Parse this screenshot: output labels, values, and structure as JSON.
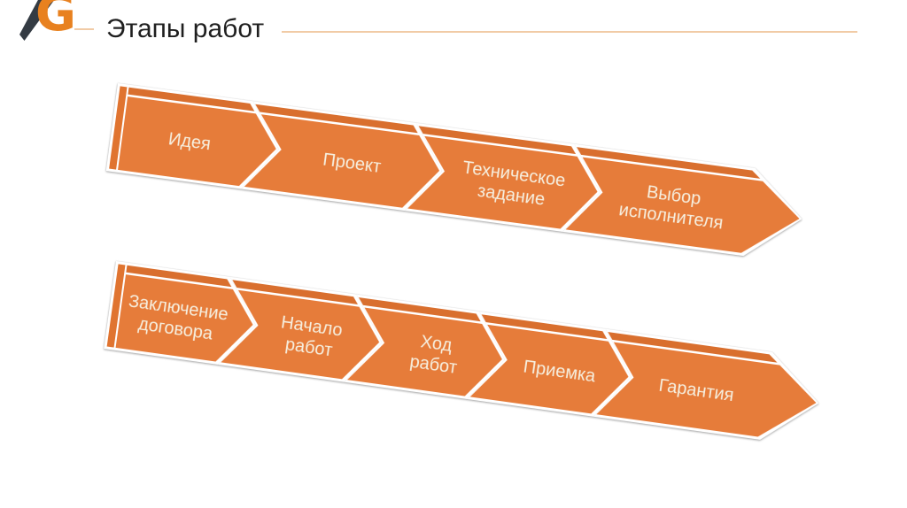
{
  "logo": {
    "g": "G"
  },
  "header": {
    "title": "Этапы работ"
  },
  "colors": {
    "face_orange": "#E67C3A",
    "bevel_orange": "#D96F2E",
    "side_orange": "#E07430",
    "label_text": "#F6EFDF",
    "title_text": "#1F1F1F",
    "line_peach": "#F1CBA6",
    "logo_dark": "#343B43",
    "logo_orange": "#E8811F"
  },
  "chains": [
    {
      "name": "top-row",
      "items": [
        {
          "label": "Идея"
        },
        {
          "label": "Проект"
        },
        {
          "label": "Техническое задание"
        },
        {
          "label": "Выбор исполнителя"
        }
      ]
    },
    {
      "name": "bottom-row",
      "items": [
        {
          "label": "Заключение договора"
        },
        {
          "label": "Начало работ"
        },
        {
          "label": "Ход работ"
        },
        {
          "label": "Приемка"
        },
        {
          "label": "Гарантия"
        }
      ]
    }
  ]
}
